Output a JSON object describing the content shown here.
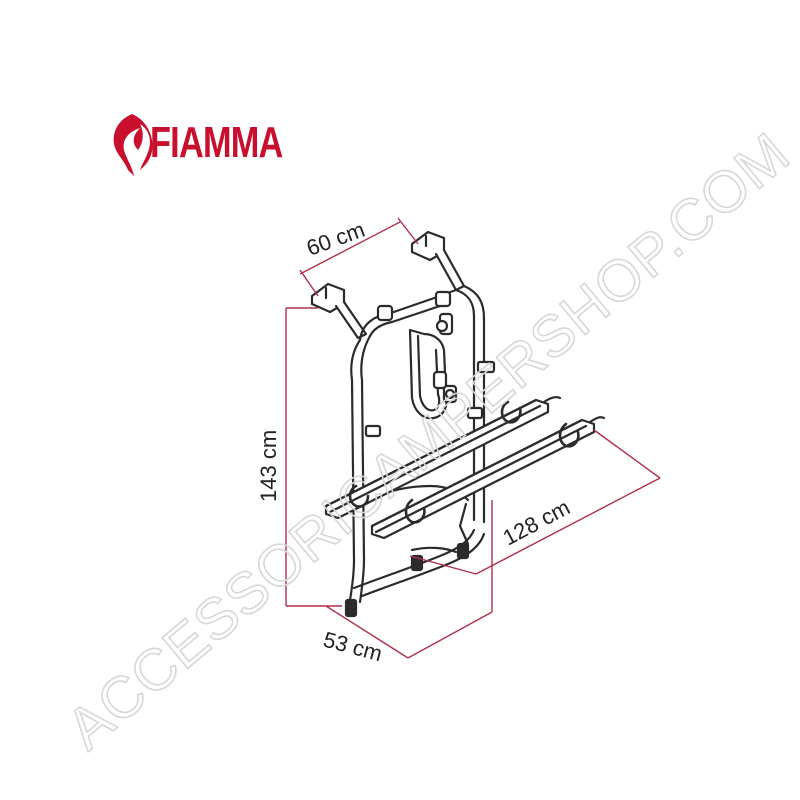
{
  "brand": {
    "name": "FIAMMA",
    "color": "#c8102e"
  },
  "dimensions": {
    "top_width": "60 cm",
    "height": "143 cm",
    "length": "128 cm",
    "depth": "53 cm"
  },
  "dimension_line_color": "#b0304a",
  "watermark": {
    "text": "ACCESSORICAMPERSHOP.COM"
  }
}
